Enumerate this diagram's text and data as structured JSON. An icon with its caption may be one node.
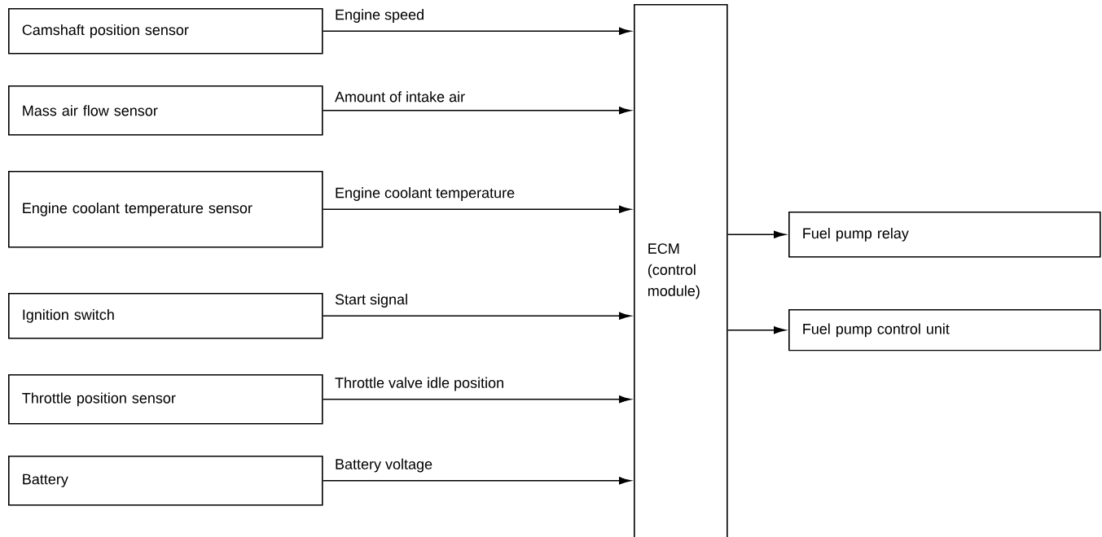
{
  "diagram": {
    "nodes": [
      {
        "text": [
          "Camshaft position sensor"
        ]
      },
      {
        "text": [
          "Mass air flow sensor"
        ]
      },
      {
        "text": [
          "Engine coolant temperature sensor"
        ]
      },
      {
        "text": [
          "Ignition switch"
        ]
      },
      {
        "text": [
          "Throttle position sensor"
        ]
      },
      {
        "text": [
          "Battery"
        ]
      },
      {
        "text": [
          "ECM (control module)"
        ]
      },
      {
        "text": [
          "Fuel pump relay"
        ]
      },
      {
        "text": [
          "Fuel pump control unit"
        ]
      }
    ],
    "edges": [
      {
        "from": 0,
        "to": 6,
        "arrow": "to",
        "label": "Engine speed"
      },
      {
        "from": 1,
        "to": 6,
        "arrow": "to",
        "label": "Amount of intake air"
      },
      {
        "from": 2,
        "to": 6,
        "arrow": "to",
        "label": "Engine coolant temperature"
      },
      {
        "from": 3,
        "to": 6,
        "arrow": "to",
        "label": "Start signal"
      },
      {
        "from": 4,
        "to": 6,
        "arrow": "to",
        "label": "Throttle valve idle position"
      },
      {
        "from": 5,
        "to": 6,
        "arrow": "to",
        "label": "Battery voltage"
      },
      {
        "from": 6,
        "to": 7,
        "arrow": "to"
      },
      {
        "from": 6,
        "to": 8,
        "arrow": "to"
      }
    ]
  }
}
